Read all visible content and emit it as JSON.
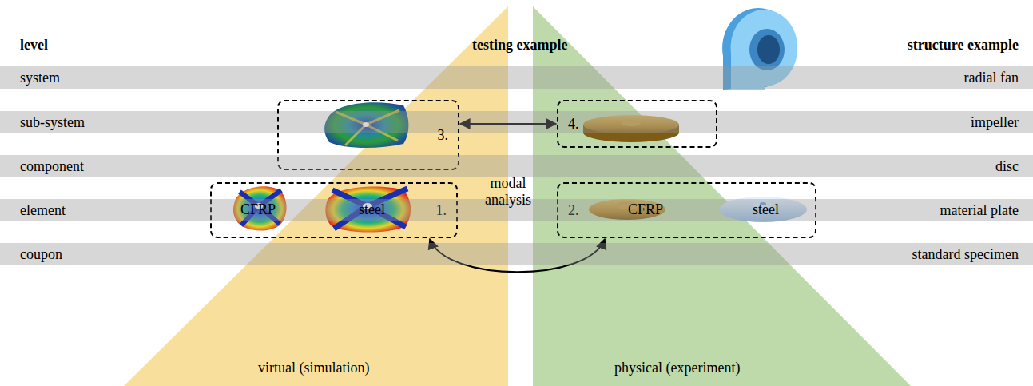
{
  "diagram": {
    "nodes": [
      {
        "text": [
          "system",
          "radial fan"
        ]
      },
      {
        "text": [
          "sub-system",
          "impeller"
        ]
      },
      {
        "text": [
          "3."
        ]
      },
      {
        "text": [
          "4."
        ]
      },
      {
        "text": [
          "component",
          "disc"
        ]
      },
      {
        "text": [
          "1."
        ]
      },
      {
        "text": [
          "2."
        ]
      },
      {
        "text": [
          "element",
          "material plate"
        ]
      },
      {
        "text": [
          "coupon",
          "standard specimen"
        ]
      }
    ],
    "edges": [
      {
        "from": 2,
        "to": 3,
        "arrow": "both"
      },
      {
        "from": 5,
        "to": 6,
        "arrow": "both"
      }
    ],
    "labels": [
      "level",
      "testing example",
      "structure example",
      "modal analysis",
      "CFRP",
      "steel",
      "CFRP",
      "steel",
      "virtual (simulation)",
      "physical (experiment)"
    ]
  }
}
